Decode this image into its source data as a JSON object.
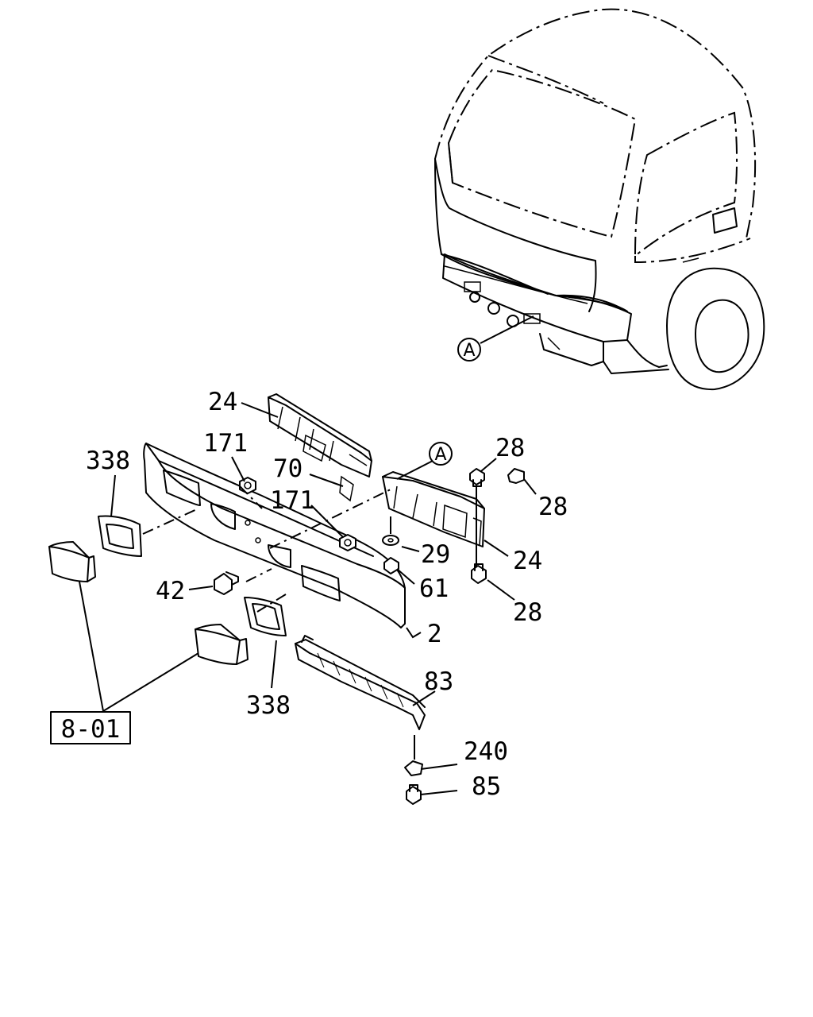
{
  "diagram": {
    "reference_box": "8-01",
    "circle_marker": "A",
    "callouts": {
      "c24_top": "24",
      "c171_left": "171",
      "c338_top": "338",
      "c70": "70",
      "c171_right": "171",
      "c28_top": "28",
      "c28_right": "28",
      "c29": "29",
      "c24_right": "24",
      "c61": "61",
      "c42": "42",
      "c28_bottom": "28",
      "c2": "2",
      "c83": "83",
      "c338_bottom": "338",
      "c240": "240",
      "c85": "85"
    }
  }
}
